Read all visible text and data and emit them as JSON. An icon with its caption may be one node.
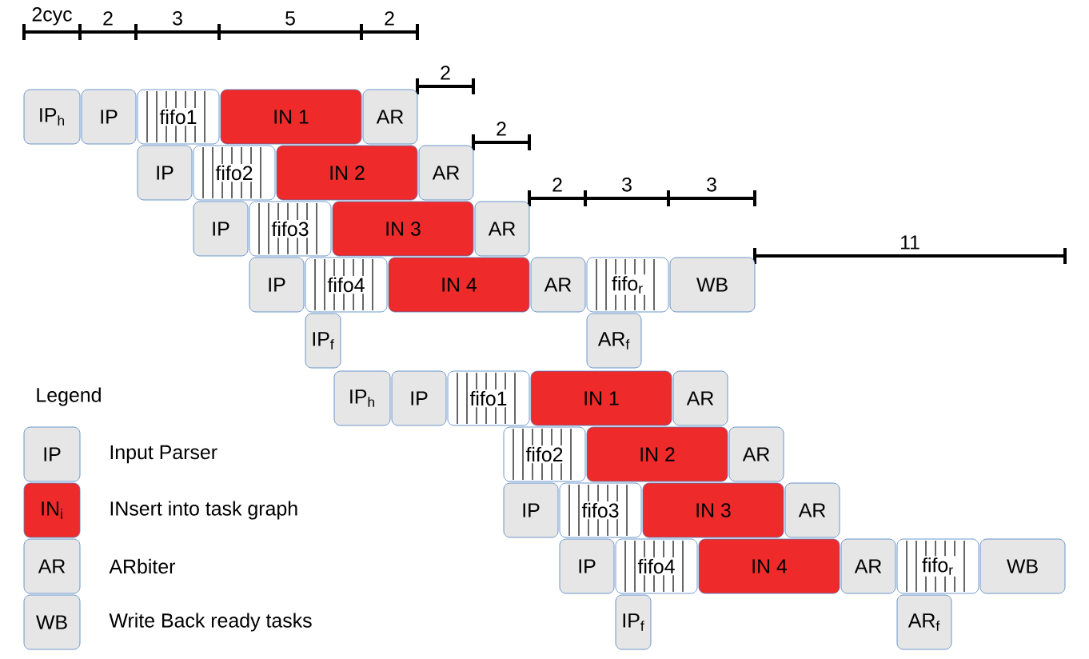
{
  "diagram": {
    "nodes": [
      {
        "text": [
          "IP$_{h}$"
        ]
      },
      {
        "text": [
          "IP"
        ]
      },
      {
        "text": [
          "fifo1"
        ]
      },
      {
        "text": [
          "IN 1"
        ]
      },
      {
        "text": [
          "AR"
        ]
      },
      {
        "text": [
          "IP"
        ]
      },
      {
        "text": [
          "fifo2"
        ]
      },
      {
        "text": [
          "IN 2"
        ]
      },
      {
        "text": [
          "AR"
        ]
      },
      {
        "text": [
          "IP"
        ]
      },
      {
        "text": [
          "fifo3"
        ]
      },
      {
        "text": [
          "IN 3"
        ]
      },
      {
        "text": [
          "AR"
        ]
      },
      {
        "text": [
          "IP"
        ]
      },
      {
        "text": [
          "fifo4"
        ]
      },
      {
        "text": [
          "IN 4"
        ]
      },
      {
        "text": [
          "AR"
        ]
      },
      {
        "text": [
          "fifo$_{r}$"
        ]
      },
      {
        "text": [
          "WB"
        ]
      },
      {
        "text": [
          "IP$_{f}$"
        ]
      },
      {
        "text": [
          "AR$_{f}$"
        ]
      },
      {
        "text": [
          "IP$_{h}$"
        ]
      },
      {
        "text": [
          "IP"
        ]
      },
      {
        "text": [
          "fifo1"
        ]
      },
      {
        "text": [
          "IN 1"
        ]
      },
      {
        "text": [
          "AR"
        ]
      },
      {
        "text": [
          "fifo2"
        ]
      },
      {
        "text": [
          "IN 2"
        ]
      },
      {
        "text": [
          "AR"
        ]
      },
      {
        "text": [
          "IP"
        ]
      },
      {
        "text": [
          "fifo3"
        ]
      },
      {
        "text": [
          "IN 3"
        ]
      },
      {
        "text": [
          "AR"
        ]
      },
      {
        "text": [
          "IP"
        ]
      },
      {
        "text": [
          "fifo4"
        ]
      },
      {
        "text": [
          "IN 4"
        ]
      },
      {
        "text": [
          "AR"
        ]
      },
      {
        "text": [
          "fifo$_{r}$"
        ]
      },
      {
        "text": [
          "WB"
        ]
      },
      {
        "text": [
          "IP$_{f}$"
        ]
      },
      {
        "text": [
          "AR$_{f}$"
        ]
      },
      {
        "text": [
          "IP"
        ],
        "beside": [
          "Input Parser"
        ]
      },
      {
        "text": [
          "IN$_{i}$"
        ],
        "beside": [
          "INsert into task graph"
        ]
      },
      {
        "text": [
          "AR"
        ],
        "beside": [
          "ARbiter"
        ]
      },
      {
        "text": [
          "WB"
        ],
        "beside": [
          "Write Back ready tasks"
        ]
      }
    ],
    "labels": [
      "2cyc",
      "2",
      "3",
      "5",
      "2",
      "2",
      "2",
      "2",
      "3",
      "3",
      "11",
      "Legend"
    ]
  }
}
